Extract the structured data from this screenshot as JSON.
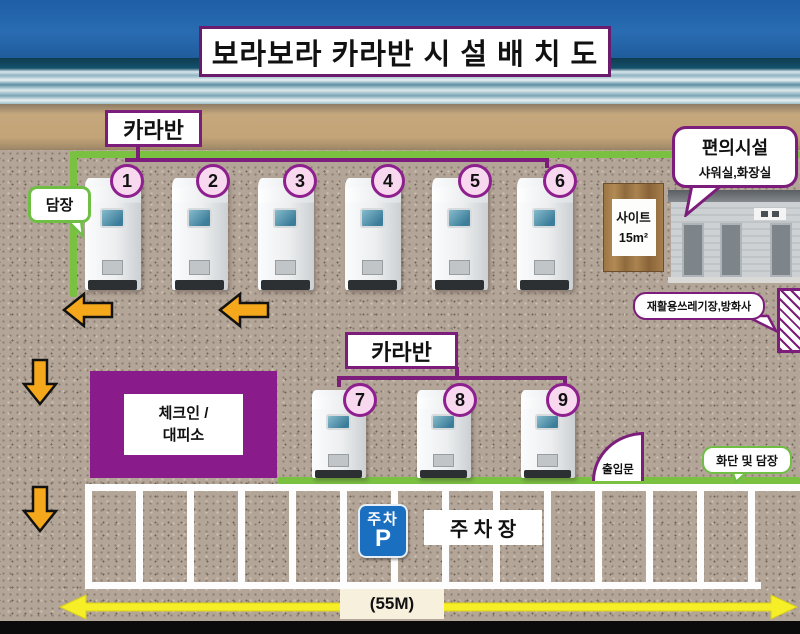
{
  "title": "보라보라 카라반 시 설 배 치 도",
  "legend": {
    "caravan_label_top": "카라반",
    "caravan_label_mid": "카라반",
    "fence_label": "담장",
    "site_sign": {
      "line1": "사이트",
      "line2": "15m²"
    },
    "facilities_bubble": {
      "title": "편의시설",
      "subtitle": "샤워실,화장실"
    },
    "recycle_label": "재활용쓰레기장,방화사",
    "checkin": {
      "line1": "체크인 /",
      "line2": "대피소"
    },
    "gate_label": "출입문",
    "flowerbed_label": "화단 및 담장",
    "parking_sign": {
      "top": "주차",
      "p": "P"
    },
    "parking_lot_label": "주 차 장",
    "width_label": "(55M)"
  },
  "caravan_numbers_top": [
    "1",
    "2",
    "3",
    "4",
    "5",
    "6"
  ],
  "caravan_numbers_mid": [
    "7",
    "8",
    "9"
  ],
  "colors": {
    "accent_purple": "#7c1d7c",
    "fence_green": "#7ac142",
    "checkin_fill": "#8a1b8a",
    "badge_pink": "#f8d8ef",
    "arrow_orange": "#f5a81c",
    "arrow_yellow": "#f6ee27",
    "parking_blue": "#1a6fc0"
  }
}
